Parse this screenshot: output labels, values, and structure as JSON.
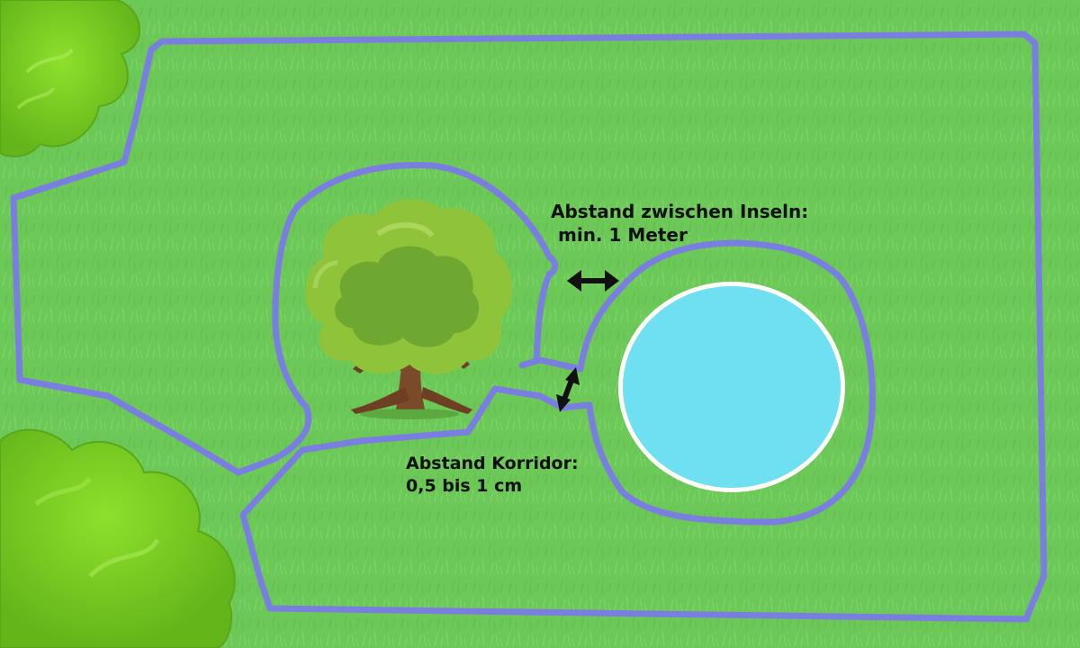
{
  "labels": {
    "island_gap_title": "Abstand zwischen Inseln:",
    "island_gap_value": "min. 1 Meter",
    "corridor_title": "Abstand Korridor:",
    "corridor_value": "0,5 bis 1 cm"
  },
  "colors": {
    "lawn": "#6cc857",
    "boundary_wire": "#7a7ee0",
    "pond_water": "#6fdff2",
    "pond_rim": "#ffffff",
    "bush": "#7ed321",
    "tree_foliage": "#8fc43a",
    "tree_trunk": "#7a4a2a",
    "arrow": "#111111"
  }
}
